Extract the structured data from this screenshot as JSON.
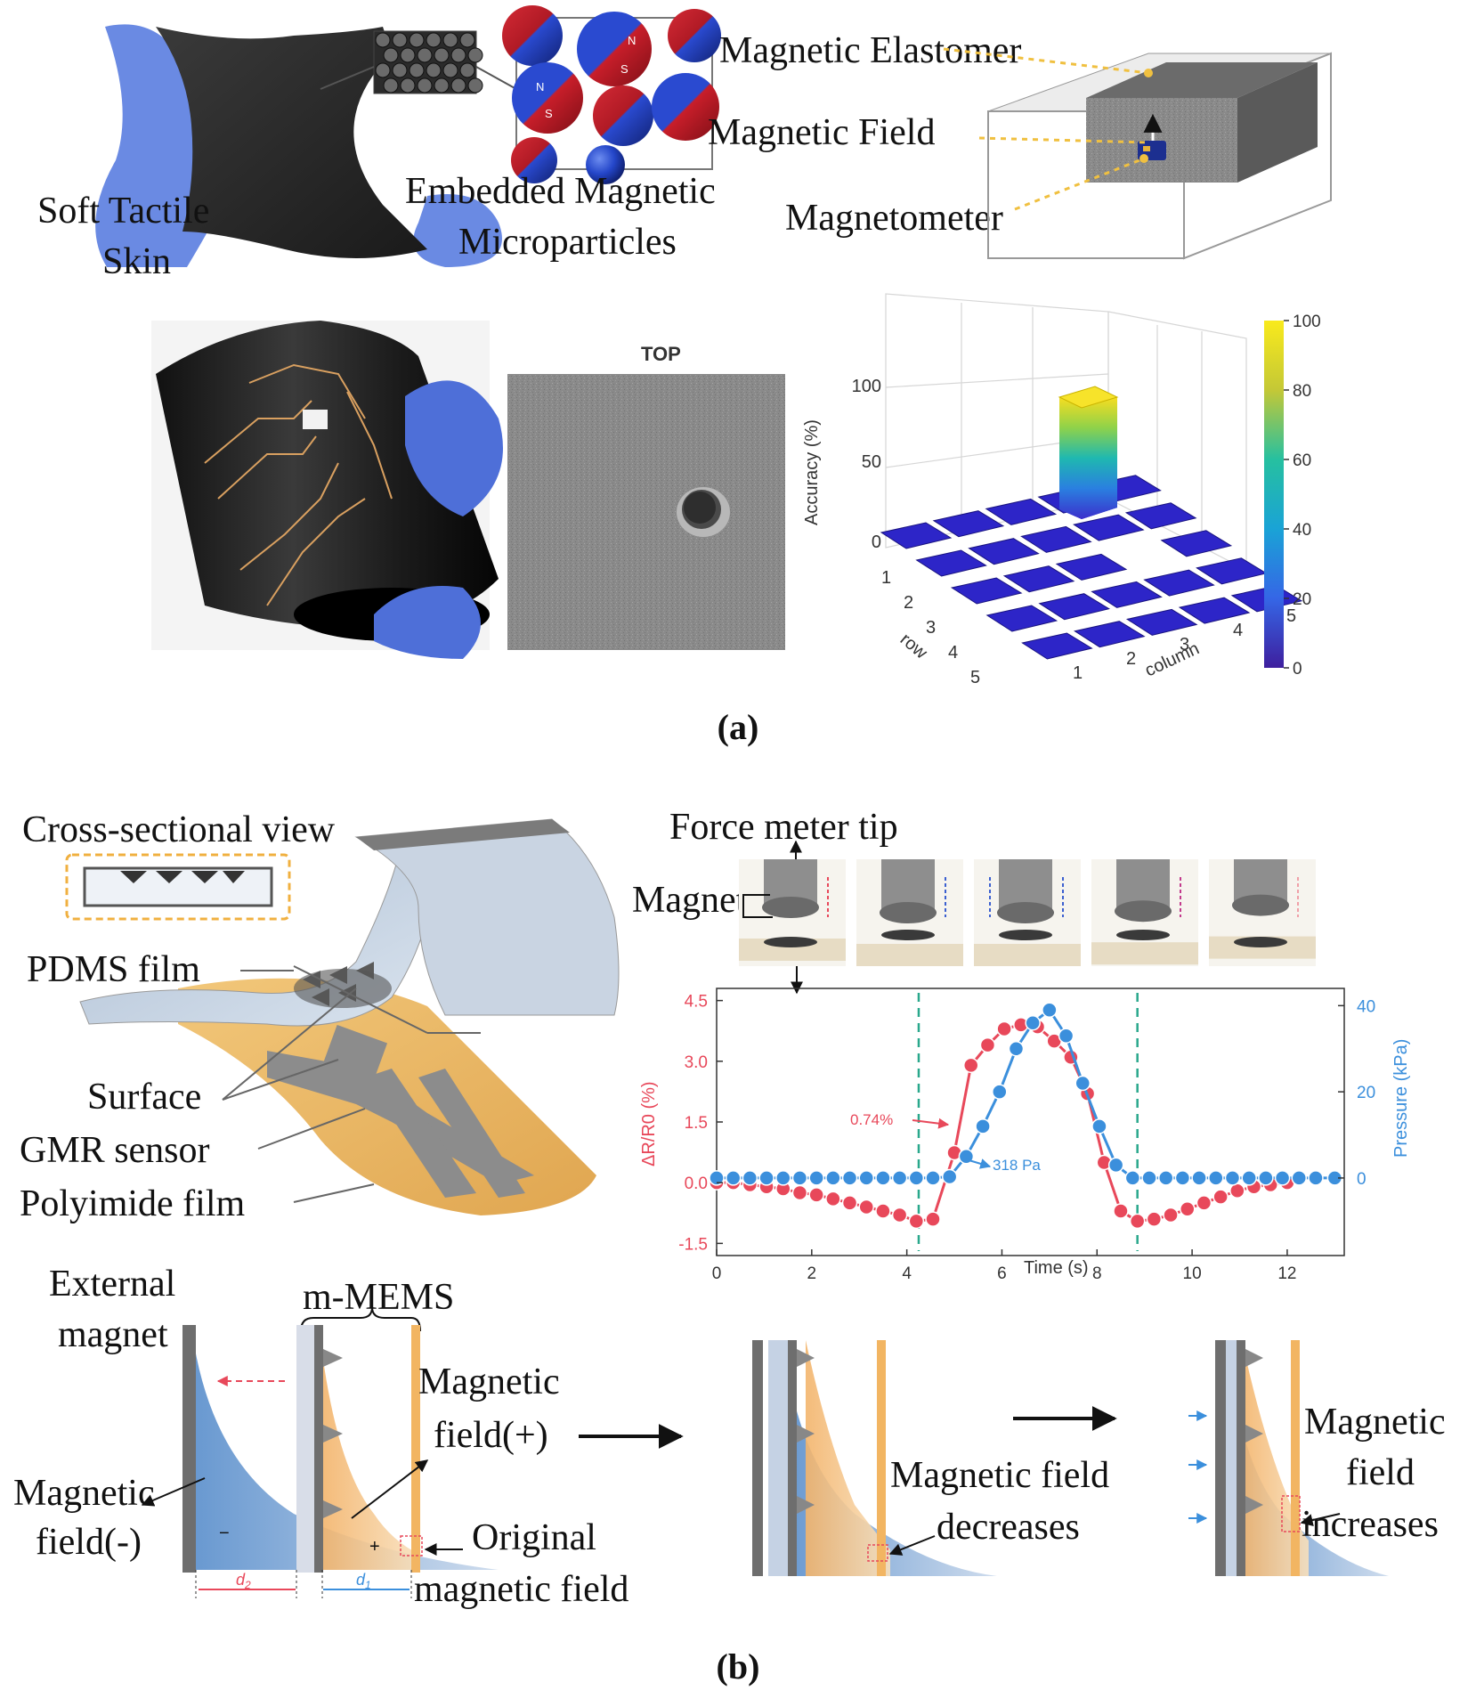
{
  "panel_a": {
    "caption": "(a)",
    "labels": {
      "soft_skin_1": "Soft Tactile",
      "soft_skin_2": "Skin",
      "embedded_1": "Embedded Magnetic",
      "embedded_2": "Microparticles",
      "elastomer": "Magnetic Elastomer",
      "field": "Magnetic Field",
      "magnetometer": "Magnetometer",
      "top_view": "TOP",
      "pole_n": "N",
      "pole_s": "S"
    },
    "bar3d": {
      "zlabel": "Accuracy (%)",
      "xlabel": "row",
      "ylabel": "column",
      "z_ticks": [
        "0",
        "50",
        "100"
      ],
      "row_ticks": [
        "1",
        "2",
        "3",
        "4",
        "5"
      ],
      "col_ticks": [
        "1",
        "2",
        "3",
        "4",
        "5"
      ],
      "colorbar_ticks": [
        "0",
        "20",
        "40",
        "60",
        "80",
        "100"
      ],
      "peak_value": 100
    }
  },
  "panel_b": {
    "caption": "(b)",
    "labels": {
      "cross_section": "Cross-sectional view",
      "pdms": "PDMS film",
      "surface": "Surface",
      "gmr": "GMR sensor",
      "polyimide": "Polyimide film",
      "force_tip": "Force meter tip",
      "magnet": "Magnet",
      "ext_magnet_1": "External",
      "ext_magnet_2": "magnet",
      "mmems": "m-MEMS",
      "field_neg_1": "Magnetic",
      "field_neg_2": "field(-)",
      "field_pos_1": "Magnetic",
      "field_pos_2": "field(+)",
      "original_1": "Original",
      "original_2": "magnetic field",
      "decreases_1": "Magnetic field",
      "decreases_2": "decreases",
      "increases_1": "Magnetic",
      "increases_2": "field",
      "increases_3": "increases",
      "d2": "d",
      "d2_sub": "2",
      "d1": "d",
      "d1_sub": "1",
      "minus": "−",
      "plus": "+"
    }
  },
  "chart_data": {
    "type": "line",
    "xlabel": "Time (s)",
    "ylabel_left": "ΔR/R0 (%)",
    "ylabel_right": "Pressure (kPa)",
    "xlim": [
      0,
      13.2
    ],
    "ylim_left": [
      -1.8,
      4.8
    ],
    "ylim_right": [
      -18,
      44
    ],
    "x_ticks": [
      "0",
      "2",
      "4",
      "6",
      "8",
      "10",
      "12"
    ],
    "y_left_ticks": [
      "-1.5",
      "0.0",
      "1.5",
      "3.0",
      "4.5"
    ],
    "y_right_ticks": [
      "0",
      "20",
      "40"
    ],
    "vlines": [
      4.25,
      8.85
    ],
    "annotations": {
      "resistance": "0.74%",
      "pressure": "318 Pa"
    },
    "colors": {
      "resistance": "#e8485a",
      "pressure": "#3b8fdc",
      "vline": "#2aa88c"
    },
    "series": [
      {
        "axis": "left",
        "x": [
          0.0,
          0.35,
          0.7,
          1.05,
          1.4,
          1.75,
          2.1,
          2.45,
          2.8,
          3.15,
          3.5,
          3.85,
          4.2,
          4.55,
          5.0,
          5.35,
          5.7,
          6.05,
          6.4,
          6.75,
          7.1,
          7.45,
          7.8,
          8.15,
          8.5,
          8.85,
          9.2,
          9.55,
          9.9,
          10.25,
          10.6,
          10.95,
          11.3,
          11.65,
          12.0
        ],
        "y": [
          0.0,
          0.0,
          -0.05,
          -0.1,
          -0.15,
          -0.25,
          -0.3,
          -0.4,
          -0.5,
          -0.6,
          -0.7,
          -0.8,
          -0.95,
          -0.9,
          0.74,
          2.9,
          3.4,
          3.8,
          3.9,
          3.85,
          3.5,
          3.1,
          2.2,
          0.5,
          -0.7,
          -0.95,
          -0.9,
          -0.8,
          -0.65,
          -0.5,
          -0.35,
          -0.2,
          -0.1,
          -0.05,
          0.0
        ]
      },
      {
        "axis": "right",
        "x": [
          0.0,
          0.35,
          0.7,
          1.05,
          1.4,
          1.75,
          2.1,
          2.45,
          2.8,
          3.15,
          3.5,
          3.85,
          4.2,
          4.55,
          4.9,
          5.25,
          5.6,
          5.95,
          6.3,
          6.65,
          7.0,
          7.35,
          7.7,
          8.05,
          8.4,
          8.75,
          9.1,
          9.45,
          9.8,
          10.15,
          10.5,
          10.85,
          11.2,
          11.55,
          11.9,
          12.25,
          12.6,
          13.0
        ],
        "y": [
          0,
          0,
          0,
          0,
          0,
          0,
          0,
          0,
          0,
          0,
          0,
          0,
          0,
          0,
          0.3,
          5,
          12,
          20,
          30,
          36,
          39,
          33,
          22,
          12,
          3,
          0,
          0,
          0,
          0,
          0,
          0,
          0,
          0,
          0,
          0,
          0,
          0,
          0
        ]
      }
    ]
  }
}
